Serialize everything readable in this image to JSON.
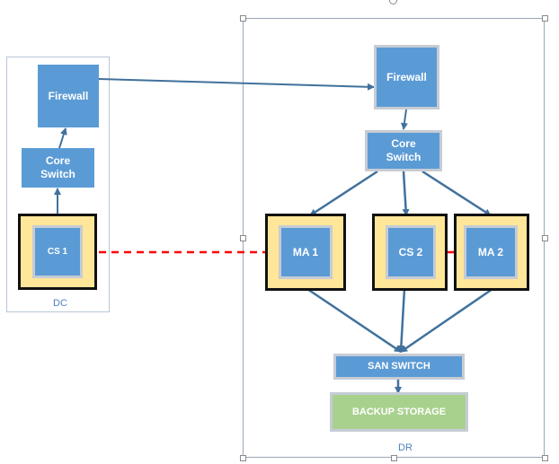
{
  "regions": {
    "dc": {
      "label": "DC"
    },
    "dr": {
      "label": "DR"
    }
  },
  "dc": {
    "firewall": "Firewall",
    "core_switch": "Core\nSwitch",
    "cs1": "CS 1"
  },
  "dr": {
    "firewall": "Firewall",
    "core_switch": "Core\nSwitch",
    "ma1": "MA 1",
    "cs2": "CS 2",
    "ma2": "MA 2",
    "san_switch": "SAN SWITCH",
    "backup_storage": "BACKUP STORAGE"
  },
  "colors": {
    "node_fill": "#5b9bd5",
    "frame_fill": "#ffe699",
    "storage_fill": "#a9d18e",
    "arrow": "#41719c",
    "replication": "#ff0000"
  }
}
